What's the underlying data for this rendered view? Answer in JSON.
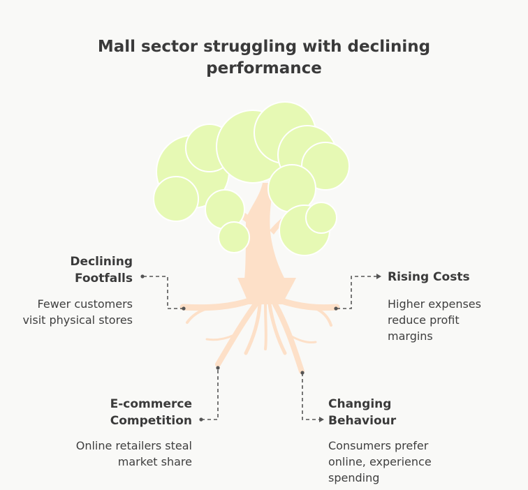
{
  "title": "Mall sector struggling with declining performance",
  "factors": [
    {
      "heading": "Declining Footfalls",
      "description": "Fewer customers visit physical stores"
    },
    {
      "heading": "Rising Costs",
      "description": "Higher expenses reduce profit margins"
    },
    {
      "heading": "E-commerce Competition",
      "description": "Online retailers steal market share"
    },
    {
      "heading": "Changing Behaviour",
      "description": "Consumers prefer online, experience spending"
    }
  ],
  "colors": {
    "foliage": "#e6f9b4",
    "trunk": "#fde0c8",
    "connector": "#555555",
    "text": "#3c3c3c",
    "background": "#f9f9f7"
  }
}
